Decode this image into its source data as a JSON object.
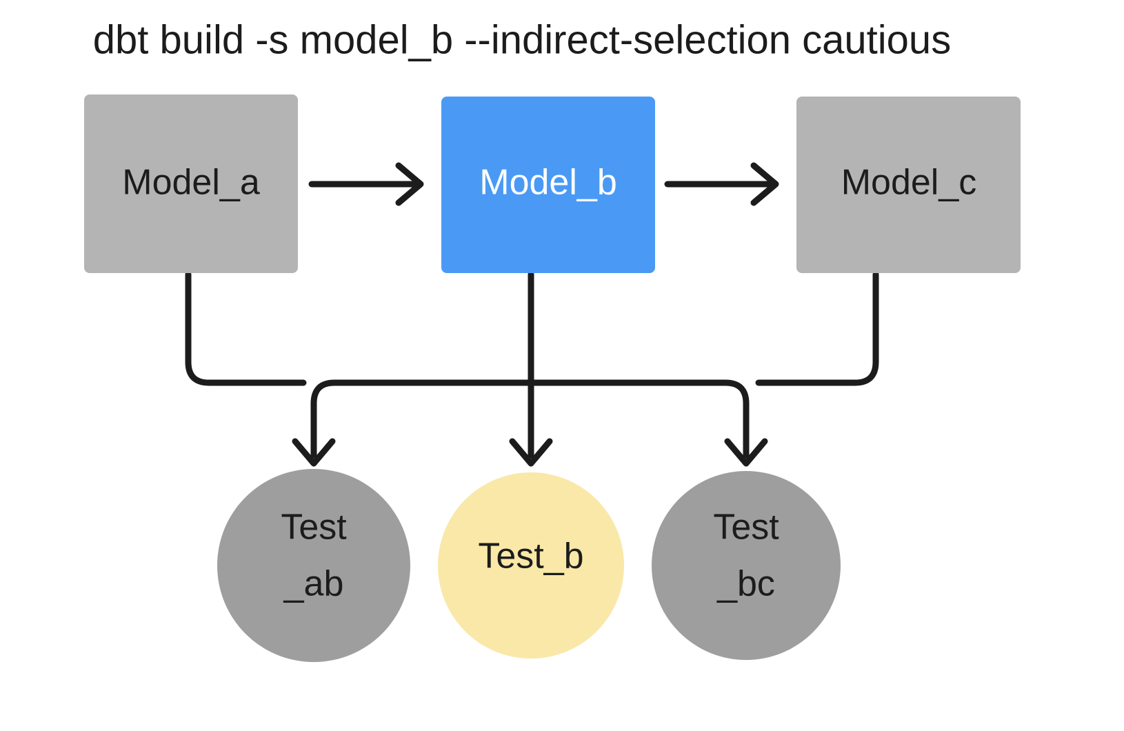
{
  "title": "dbt build -s model_b --indirect-selection cautious",
  "colors": {
    "background": "#ffffff",
    "node_gray": "#b4b4b4",
    "node_selected_blue": "#4a9af5",
    "node_test_yellow": "#fae8a8",
    "edge_black": "#1c1c1c",
    "text_dark": "#1c1c1c",
    "text_light": "#ffffff"
  },
  "models": [
    {
      "id": "model_a",
      "label": "Model_a",
      "shape": "rect",
      "state": "unselected",
      "fill": "#b4b4b4",
      "text_color": "#1c1c1c"
    },
    {
      "id": "model_b",
      "label": "Model_b",
      "shape": "rect",
      "state": "selected",
      "fill": "#4a9af5",
      "text_color": "#ffffff"
    },
    {
      "id": "model_c",
      "label": "Model_c",
      "shape": "rect",
      "state": "unselected",
      "fill": "#b4b4b4",
      "text_color": "#1c1c1c"
    }
  ],
  "tests": [
    {
      "id": "test_ab",
      "label_line1": "Test",
      "label_line2": "_ab",
      "shape": "circle",
      "state": "unselected",
      "fill": "#b4b4b4",
      "text_color": "#1c1c1c"
    },
    {
      "id": "test_b",
      "label_line1": "Test_b",
      "label_line2": "",
      "shape": "circle",
      "state": "selected",
      "fill": "#fae8a8",
      "text_color": "#1c1c1c"
    },
    {
      "id": "test_bc",
      "label_line1": "Test",
      "label_line2": "_bc",
      "shape": "circle",
      "state": "unselected",
      "fill": "#b4b4b4",
      "text_color": "#1c1c1c"
    }
  ],
  "edges": [
    {
      "id": "edge-model_a-model_b",
      "from": "model_a",
      "to": "model_b",
      "direction": "horizontal"
    },
    {
      "id": "edge-model_b-model_c",
      "from": "model_b",
      "to": "model_c",
      "direction": "horizontal"
    },
    {
      "id": "edge-model_a-test_ab",
      "from": "model_a",
      "to": "test_ab",
      "direction": "down"
    },
    {
      "id": "edge-model_b-test_ab",
      "from": "model_b",
      "to": "test_ab",
      "direction": "down"
    },
    {
      "id": "edge-model_b-test_b",
      "from": "model_b",
      "to": "test_b",
      "direction": "down"
    },
    {
      "id": "edge-model_b-test_bc",
      "from": "model_b",
      "to": "test_bc",
      "direction": "down"
    },
    {
      "id": "edge-model_c-test_bc",
      "from": "model_c",
      "to": "test_bc",
      "direction": "down"
    }
  ]
}
